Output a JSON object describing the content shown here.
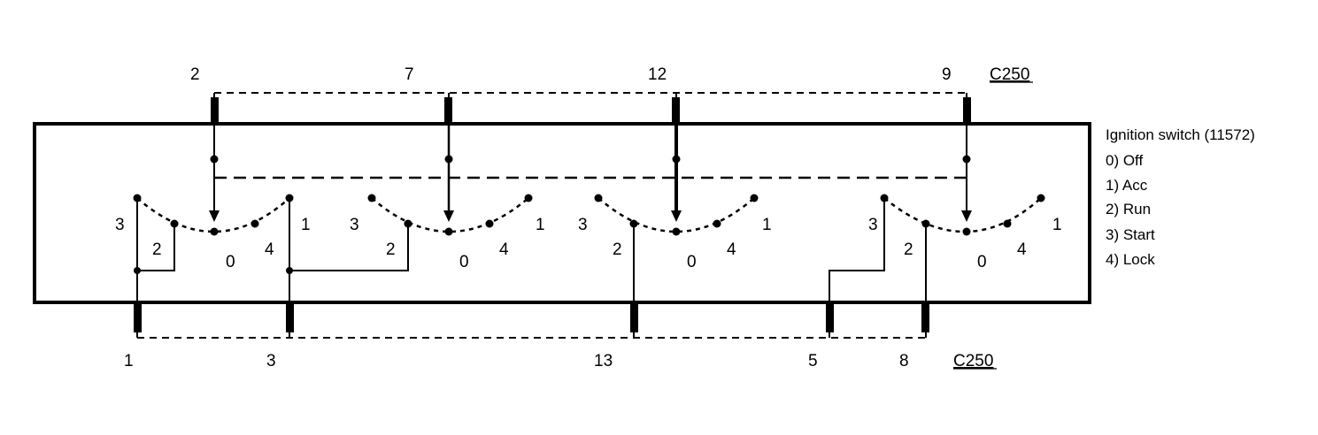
{
  "connector_top": {
    "name": "C250",
    "pins": [
      "2",
      "7",
      "12",
      "9"
    ]
  },
  "connector_bottom": {
    "name": "C250",
    "pins": [
      "1",
      "3",
      "13",
      "5",
      "8"
    ]
  },
  "legend": {
    "title": "Ignition switch (11572)",
    "positions": [
      "0) Off",
      "1) Acc",
      "2) Run",
      "3) Start",
      "4) Lock"
    ]
  },
  "switch_sections": [
    {
      "labels": {
        "p3": "3",
        "p2": "2",
        "p0": "0",
        "p4": "4",
        "p1": "1"
      }
    },
    {
      "labels": {
        "p3": "3",
        "p2": "2",
        "p0": "0",
        "p4": "4",
        "p1": "1"
      }
    },
    {
      "labels": {
        "p3": "3",
        "p2": "2",
        "p0": "0",
        "p4": "4",
        "p1": "1"
      }
    },
    {
      "labels": {
        "p3": "3",
        "p2": "2",
        "p0": "0",
        "p4": "4",
        "p1": "1"
      }
    }
  ]
}
